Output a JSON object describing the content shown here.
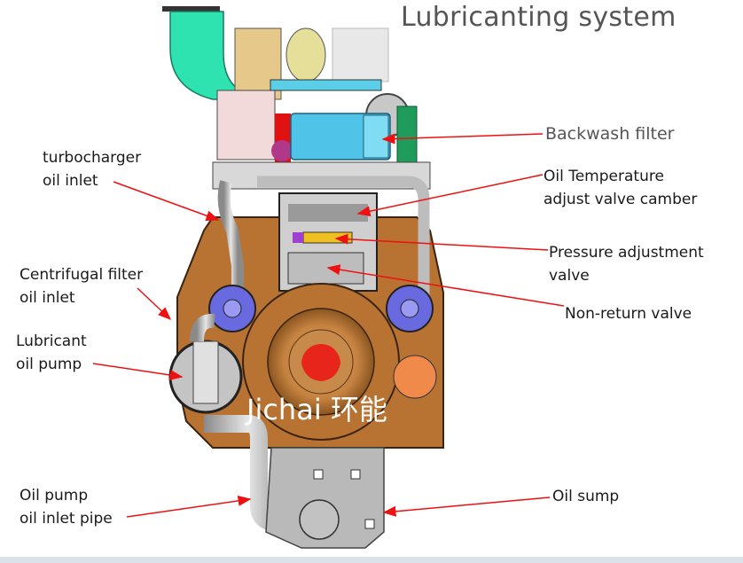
{
  "title": "Lubricanting system",
  "watermark": "Jichai 环能",
  "colors": {
    "arrow": "#ee1111",
    "crankcase": "#b87333",
    "pump_volute": "#6a6ae0",
    "turbo_inlet": "#2ee3b0",
    "filter_block": "#4fc3e8",
    "sump": "#b9b9b9",
    "flywheel_logo": "#e8251a",
    "cover_orange": "#f08a4b"
  },
  "labels": {
    "turbocharger_oil_inlet": "turbocharger\noil inlet",
    "centrifugal_filter_oil_inlet": "Centrifugal filter\noil inlet",
    "lubricant_oil_pump": "Lubricant\noil pump",
    "oil_pump_oil_inlet_pipe": "Oil pump\noil inlet pipe",
    "backwash_filter": "Backwash filter",
    "oil_temperature_valve": "Oil Temperature\nadjust valve camber",
    "pressure_adjustment_valve": "Pressure adjustment\nvalve",
    "non_return_valve": "Non-return valve",
    "oil_sump": "Oil sump"
  }
}
